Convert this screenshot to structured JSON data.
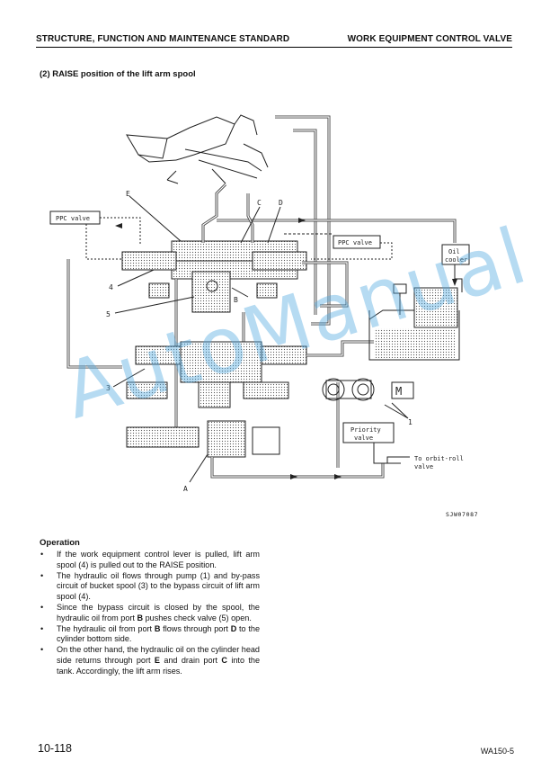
{
  "header": {
    "left": "STRUCTURE, FUNCTION AND MAINTENANCE STANDARD",
    "right": "WORK EQUIPMENT CONTROL VALVE"
  },
  "section_title": "(2)  RAISE position of the lift arm spool",
  "diagram": {
    "labels": {
      "ppc_valve_left": "PPC valve",
      "ppc_valve_right": "PPC valve",
      "oil_cooler_1": "Oil",
      "oil_cooler_2": "cooler",
      "priority_1": "Priority",
      "priority_2": "valve",
      "orbit_1": "To orbit-roll",
      "orbit_2": "valve",
      "motor": "M",
      "port_e": "E",
      "port_c": "C",
      "port_d": "D",
      "port_b": "B",
      "port_a": "A",
      "n4": "4",
      "n5": "5",
      "n3": "3",
      "n1": "1"
    },
    "figure_id": "SJW07087"
  },
  "operation": {
    "title": "Operation",
    "bullets": [
      [
        {
          "t": "If the work equipment control lever is pulled, lift arm spool (4) is pulled out to the RAISE position."
        }
      ],
      [
        {
          "t": "The hydraulic oil flows through pump (1) and by-pass circuit of bucket spool (3) to the bypass circuit of lift arm spool (4)."
        }
      ],
      [
        {
          "t": "Since the bypass circuit is closed by the spool, the hydraulic oil from port "
        },
        {
          "t": "B",
          "b": true
        },
        {
          "t": " pushes check valve (5) open."
        }
      ],
      [
        {
          "t": "The hydraulic oil from port "
        },
        {
          "t": "B",
          "b": true
        },
        {
          "t": " flows through port "
        },
        {
          "t": "D",
          "b": true
        },
        {
          "t": " to the cylinder bottom side."
        }
      ],
      [
        {
          "t": "On the other hand, the hydraulic oil on the cylinder head side returns through port "
        },
        {
          "t": "E",
          "b": true
        },
        {
          "t": " and drain port "
        },
        {
          "t": "C",
          "b": true
        },
        {
          "t": " into the tank. Accordingly, the lift arm rises."
        }
      ]
    ]
  },
  "footer": {
    "page": "10-118",
    "model": "WA150-5"
  },
  "watermark": "AutoManual"
}
